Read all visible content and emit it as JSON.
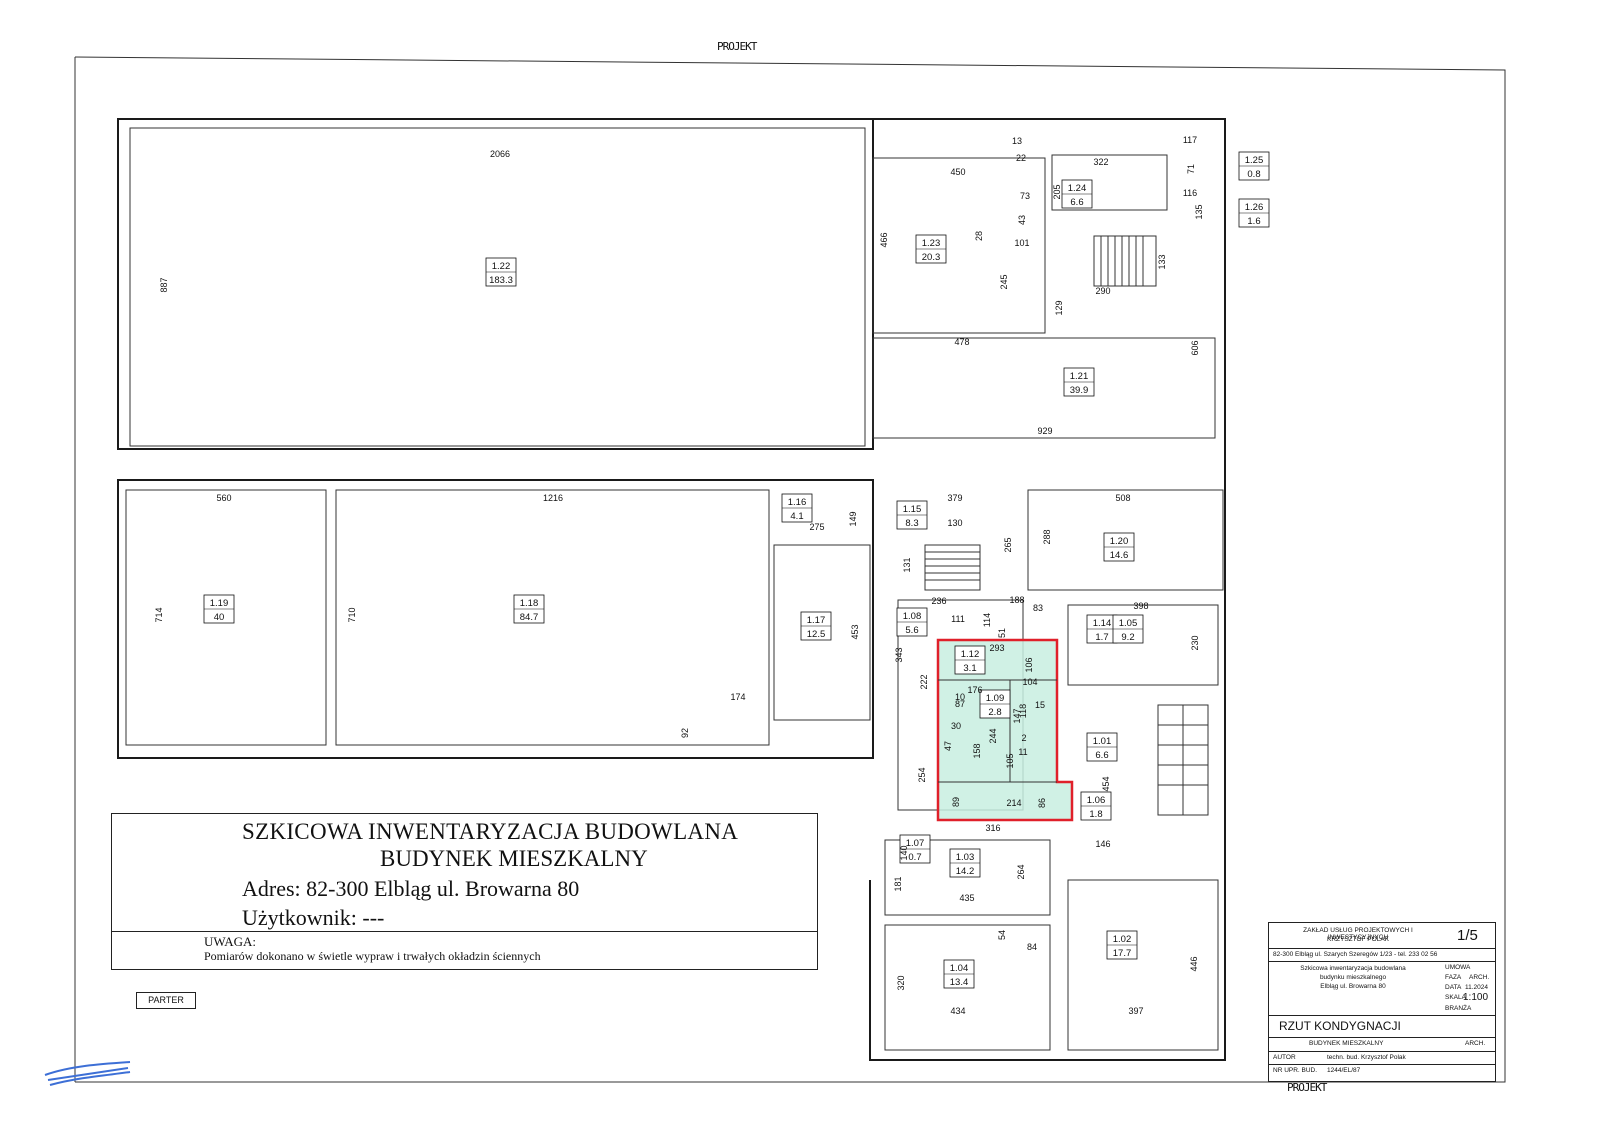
{
  "header_handwriting": "PROJEKT",
  "footer_handwriting": "PROJEKT",
  "title": {
    "line1": "SZKICOWA INWENTARYZACJA BUDOWLANA",
    "line2": "BUDYNEK MIESZKALNY",
    "address": "Adres: 82-300 Elbląg ul. Browarna 80",
    "user": "Użytkownik: ---",
    "note_label": "UWAGA:",
    "note_text": "Pomiarów dokonano w świetle wypraw i trwałych okładzin ściennych"
  },
  "floor_label": "PARTER",
  "stamp": {
    "company": "ZAKŁAD USŁUG PROJEKTOWYCH I INWESTYCYJNYCH",
    "owner": "KRZYSZTOF POLAK",
    "address": "82-300 Elbląg ul. Szarych Szeregów 1/23 - tel. 233 02 56",
    "sheet": "1/5",
    "desc1": "Szkicowa inwentaryzacja budowlana",
    "desc2": "budynku mieszkalnego",
    "desc3": "Elbląg ul. Browarna 80",
    "umowa": "UMOWA",
    "faza": "FAZA",
    "faza_value": "ARCH.",
    "data": "DATA",
    "data_value": "11.2024",
    "skala": "SKALA",
    "scale": "1:100",
    "branza": "BRANŻA",
    "drawing_title": "RZUT KONDYGNACJI",
    "drawing_sub": "BUDYNEK MIESZKALNY",
    "arch": "ARCH.",
    "autor": "AUTOR",
    "author_name": "techn. bud. Krzysztof Polak",
    "nr_upr": "NR UPR. BUD.",
    "license": "1244/EL/87"
  },
  "rooms": [
    {
      "id": "1.22",
      "area": "183.3"
    },
    {
      "id": "1.23",
      "area": "20.3"
    },
    {
      "id": "1.24",
      "area": "6.6"
    },
    {
      "id": "1.25",
      "area": "0.8"
    },
    {
      "id": "1.26",
      "area": "1.6"
    },
    {
      "id": "1.21",
      "area": "39.9"
    },
    {
      "id": "1.19",
      "area": "40"
    },
    {
      "id": "1.18",
      "area": "84.7"
    },
    {
      "id": "1.16",
      "area": "4.1"
    },
    {
      "id": "1.15",
      "area": "8.3"
    },
    {
      "id": "1.20",
      "area": "14.6"
    },
    {
      "id": "1.17",
      "area": "12.5"
    },
    {
      "id": "1.08",
      "area": "5.6"
    },
    {
      "id": "1.12",
      "area": "3.1"
    },
    {
      "id": "1.14",
      "area": "1.7"
    },
    {
      "id": "1.05",
      "area": "9.2"
    },
    {
      "id": "1.09",
      "area": "2.8"
    },
    {
      "id": "1.01",
      "area": "6.6"
    },
    {
      "id": "1.06",
      "area": "1.8"
    },
    {
      "id": "1.07",
      "area": "0.7"
    },
    {
      "id": "1.03",
      "area": "14.2"
    },
    {
      "id": "1.02",
      "area": "17.7"
    },
    {
      "id": "1.04",
      "area": "13.4"
    }
  ],
  "dimensions": [
    "2066",
    "887",
    "450",
    "466",
    "322",
    "117",
    "71",
    "116",
    "135",
    "73",
    "205",
    "28",
    "43",
    "101",
    "245",
    "133",
    "290",
    "129",
    "478",
    "606",
    "929",
    "560",
    "714",
    "1216",
    "710",
    "149",
    "275",
    "379",
    "130",
    "131",
    "265",
    "288",
    "508",
    "453",
    "174",
    "92",
    "236",
    "111",
    "188",
    "83",
    "114",
    "51",
    "398",
    "230",
    "343",
    "293",
    "106",
    "222",
    "104",
    "176",
    "87",
    "118",
    "244",
    "158",
    "105",
    "454",
    "254",
    "89",
    "86",
    "214",
    "140",
    "316",
    "146",
    "181",
    "264",
    "435",
    "54",
    "84",
    "320",
    "434",
    "446",
    "397",
    "30",
    "47",
    "10",
    "147",
    "13",
    "22",
    "2",
    "11",
    "15"
  ]
}
